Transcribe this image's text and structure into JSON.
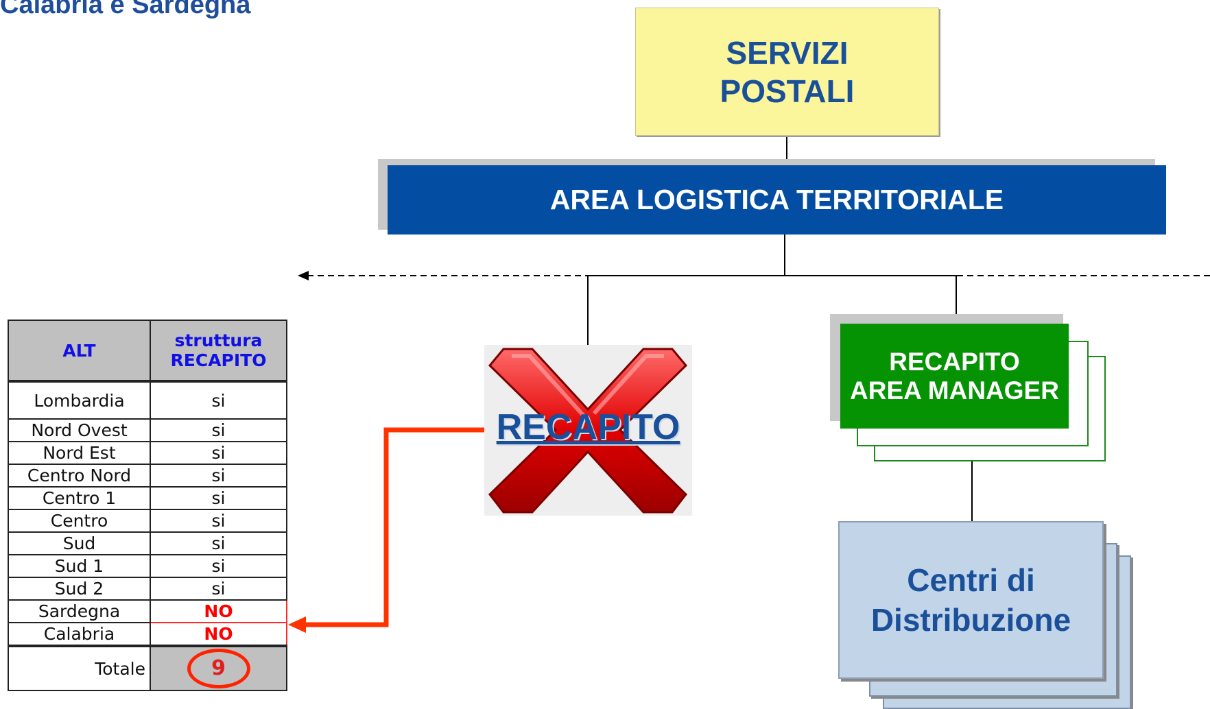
{
  "title": "Calabria e Sardegna",
  "org_chart": {
    "servizi_postali": [
      "SERVIZI",
      "POSTALI"
    ],
    "area_logistica": "AREA LOGISTICA TERRITORIALE",
    "recapito": "RECAPITO",
    "recapito_area_manager": [
      "RECAPITO",
      "AREA MANAGER"
    ],
    "centri_distribuzione": [
      "Centri di",
      "Distribuzione"
    ]
  },
  "table": {
    "headers": [
      "ALT",
      "struttura RECAPITO"
    ],
    "header_col2": [
      "struttura",
      "RECAPITO"
    ],
    "rows": [
      {
        "region": "Lombardia",
        "value": "si"
      },
      {
        "region": "Nord Ovest",
        "value": "si"
      },
      {
        "region": "Nord Est",
        "value": "si"
      },
      {
        "region": "Centro Nord",
        "value": "si"
      },
      {
        "region": "Centro 1",
        "value": "si"
      },
      {
        "region": "Centro",
        "value": "si"
      },
      {
        "region": "Sud",
        "value": "si"
      },
      {
        "region": "Sud 1",
        "value": "si"
      },
      {
        "region": "Sud 2",
        "value": "si"
      },
      {
        "region": "Sardegna",
        "value": "NO"
      },
      {
        "region": "Calabria",
        "value": "NO"
      }
    ],
    "total_label": "Totale",
    "total_value": "9"
  },
  "colors": {
    "title_blue": "#1f4e9c",
    "servizi_fill": "#fbf59b",
    "alt_fill": "#034ea2",
    "ram_fill": "#059303",
    "cd_fill": "#c2d4e8",
    "no_red": "#ff0000",
    "arrow_red": "#ff3300"
  },
  "icons": {
    "cross": "red-x-icon"
  }
}
